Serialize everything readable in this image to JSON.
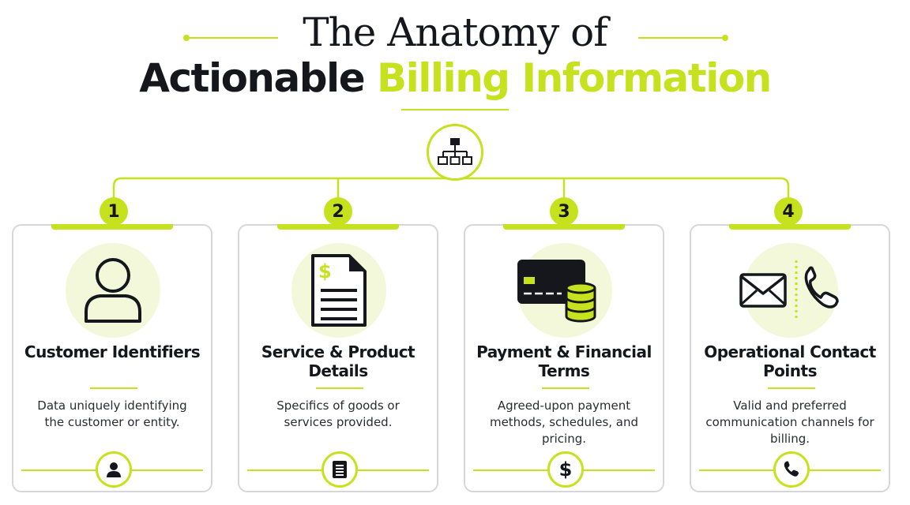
{
  "header": {
    "title_line1": "The Anatomy of",
    "title_line2_part1": "Actionable",
    "title_line2_accent": "Billing Information"
  },
  "colors": {
    "accent": "#c6e21f",
    "accent_light": "#f2f8d9",
    "text": "#15171c",
    "card_border": "#d6d7d9"
  },
  "hub": {
    "icon": "org-chart-icon"
  },
  "cards": [
    {
      "number": "1",
      "title": "Customer Identifiers",
      "description": "Data uniquely identifying the customer or entity.",
      "icon": "user-icon",
      "bottom_icon": "user-small-icon"
    },
    {
      "number": "2",
      "title": "Service & Product Details",
      "description": "Specifics of goods or services provided.",
      "icon": "invoice-document-icon",
      "bottom_icon": "document-small-icon"
    },
    {
      "number": "3",
      "title": "Payment & Financial Terms",
      "description": "Agreed-upon payment methods, schedules, and pricing.",
      "icon": "credit-card-coins-icon",
      "bottom_icon": "dollar-icon",
      "bottom_symbol": "$"
    },
    {
      "number": "4",
      "title": "Operational Contact Points",
      "description": "Valid and preferred communication channels for billing.",
      "icon": "envelope-phone-icon",
      "bottom_icon": "phone-small-icon"
    }
  ]
}
